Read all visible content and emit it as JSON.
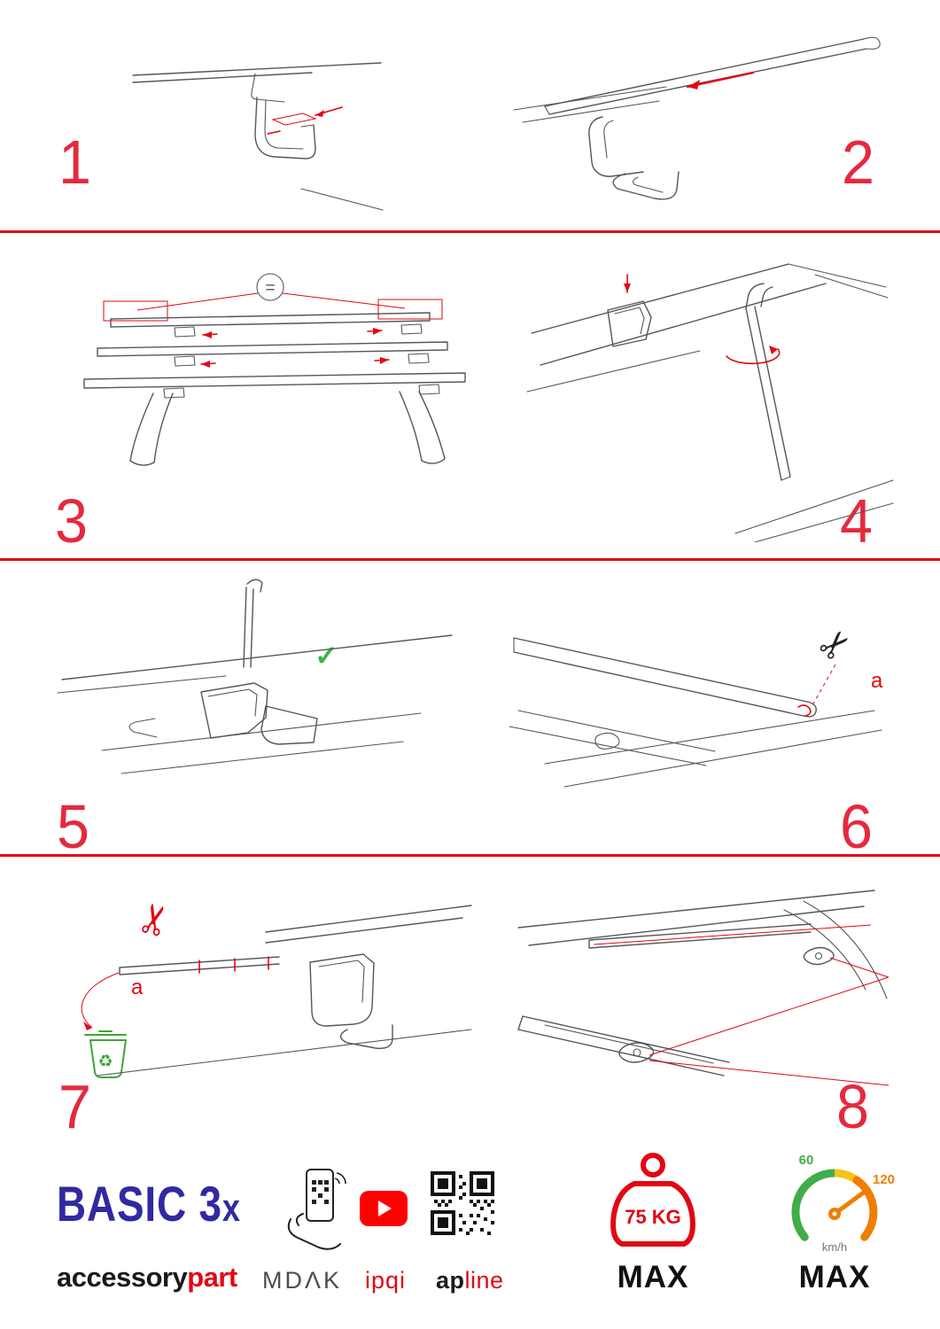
{
  "accent": "#e30613",
  "steps": [
    {
      "number": "1"
    },
    {
      "number": "2"
    },
    {
      "number": "3"
    },
    {
      "number": "4"
    },
    {
      "number": "5"
    },
    {
      "number": "6"
    },
    {
      "number": "7"
    },
    {
      "number": "8"
    }
  ],
  "icons": {
    "equals": "=",
    "check": "✓",
    "scissors": "✂",
    "recycle": "♻"
  },
  "annotations": {
    "label_a_step6": "a",
    "label_a_step7": "a"
  },
  "footer": {
    "brand_title_main": "BASIC 3",
    "brand_title_x": "x",
    "brand_sub_black": "accessory",
    "brand_sub_red": "part",
    "partner_mdak": "MDΛK",
    "partner_ipqi": "ipqi",
    "partner_ap": "ap",
    "partner_line": "line",
    "weight_value": "75 KG",
    "weight_max": "MAX",
    "speed_60": "60",
    "speed_120": "120",
    "speed_unit": "km/h",
    "speed_max": "MAX"
  }
}
